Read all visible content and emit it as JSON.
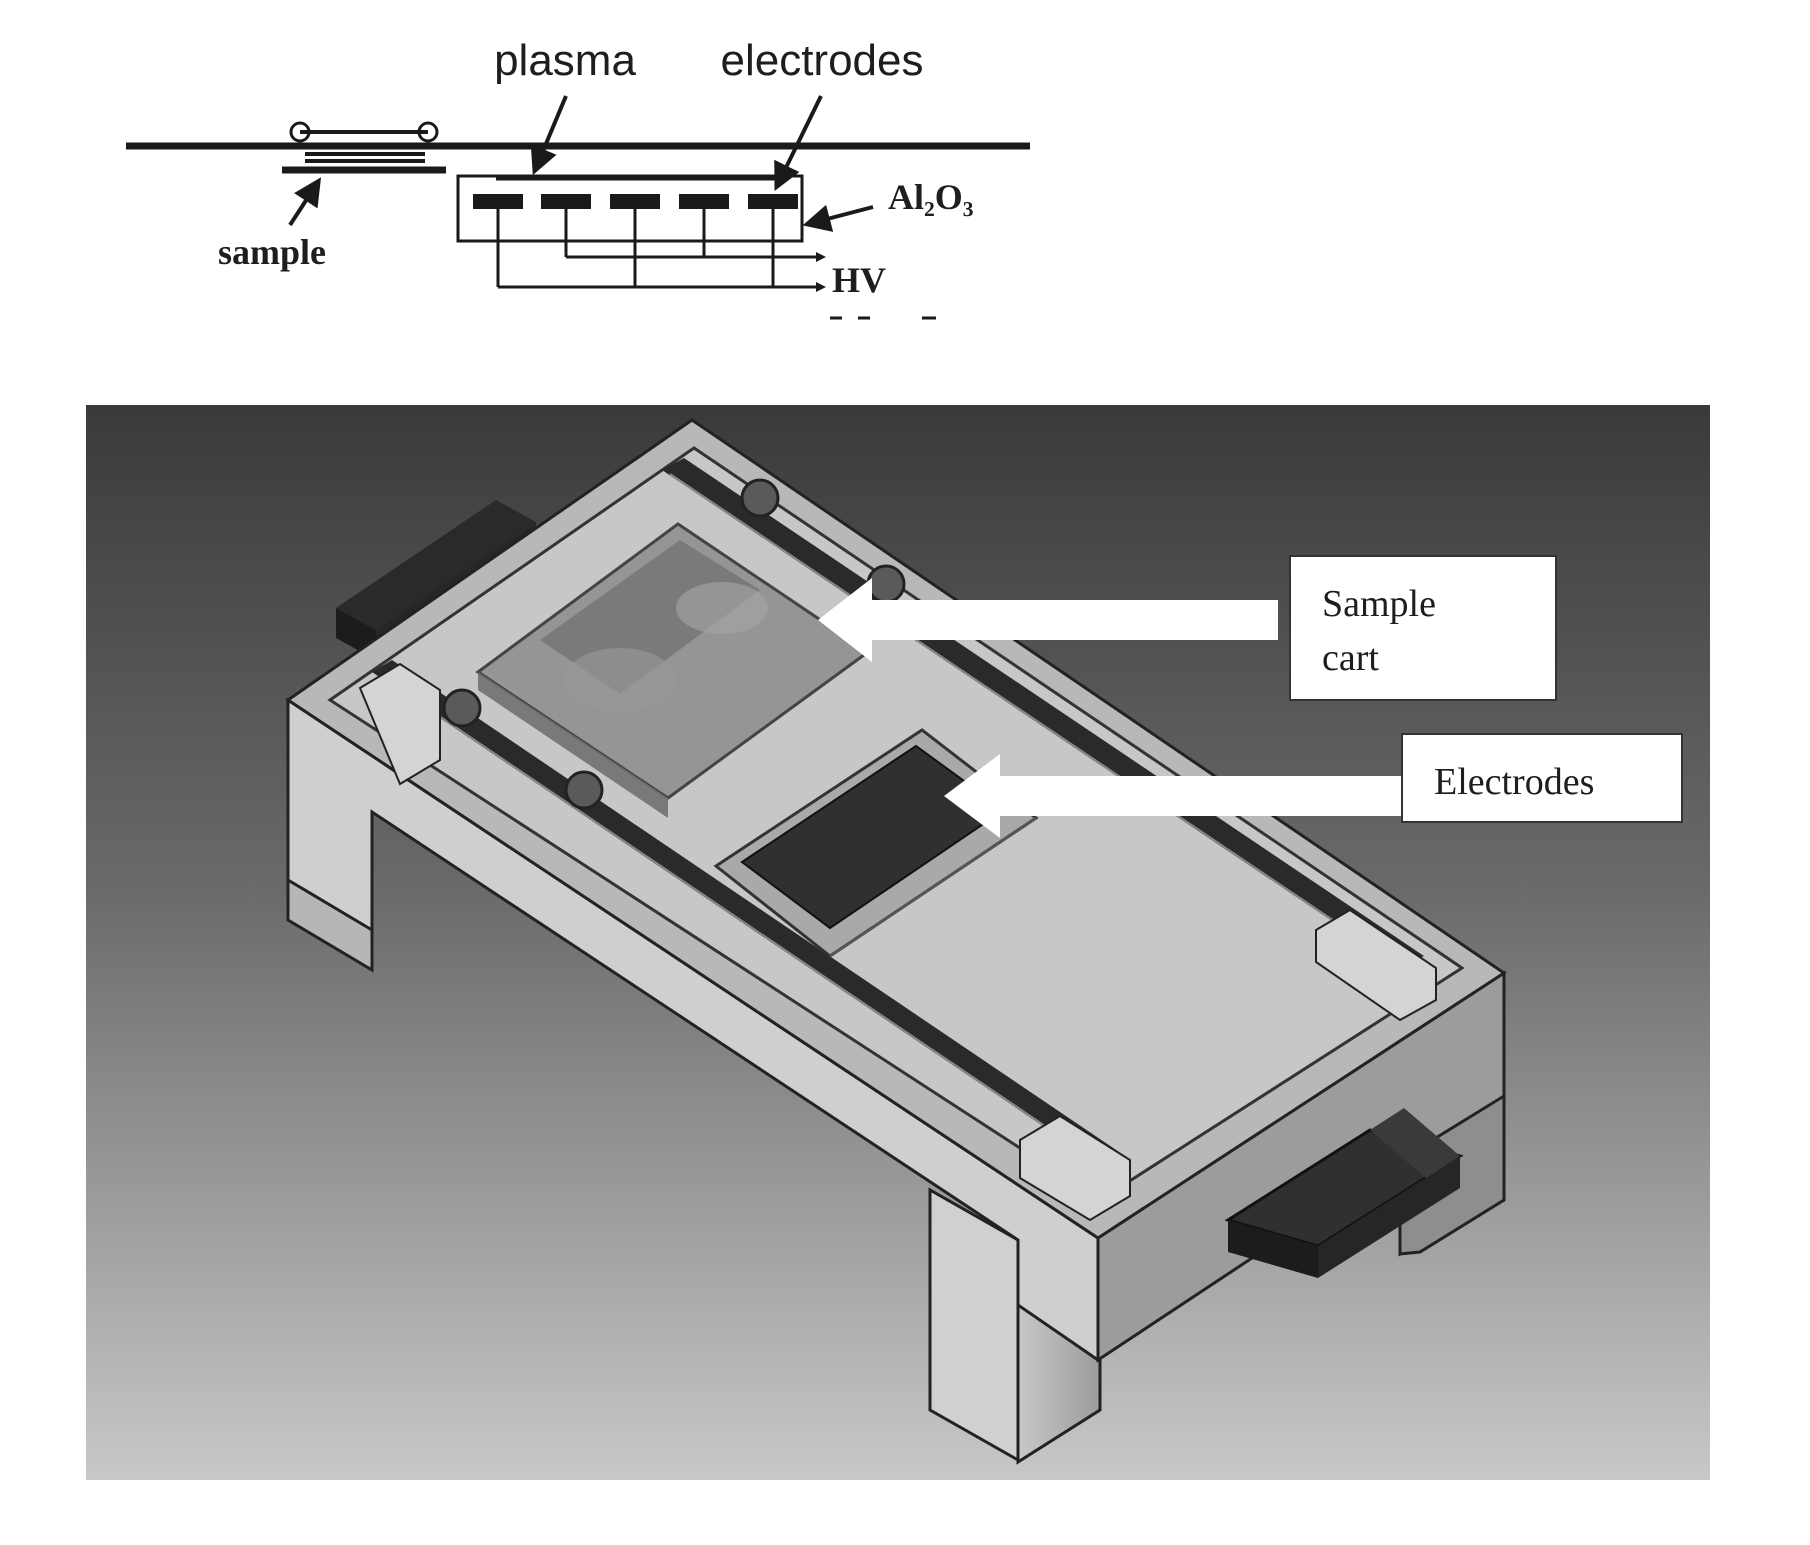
{
  "schematic": {
    "labels": {
      "plasma": "plasma",
      "electrodes": "electrodes",
      "sample": "sample",
      "insulator": "Al₂O₃",
      "high_voltage": "HV"
    },
    "colors": {
      "ink": "#1e1e1e",
      "line": "#1a1a1a"
    }
  },
  "render": {
    "callouts": {
      "sample_cart": [
        "Sample",
        "cart"
      ],
      "electrodes": "Electrodes"
    },
    "colors": {
      "background_top": "#3a3a3a",
      "background_bottom": "#c4c4c4",
      "table_top": "#bdbdbd",
      "table_side": "#9a9a9a",
      "rail": "#2a2a2a",
      "electrode_plate": "#303030",
      "callout_fill": "#ffffff",
      "arrow": "#ffffff"
    }
  }
}
